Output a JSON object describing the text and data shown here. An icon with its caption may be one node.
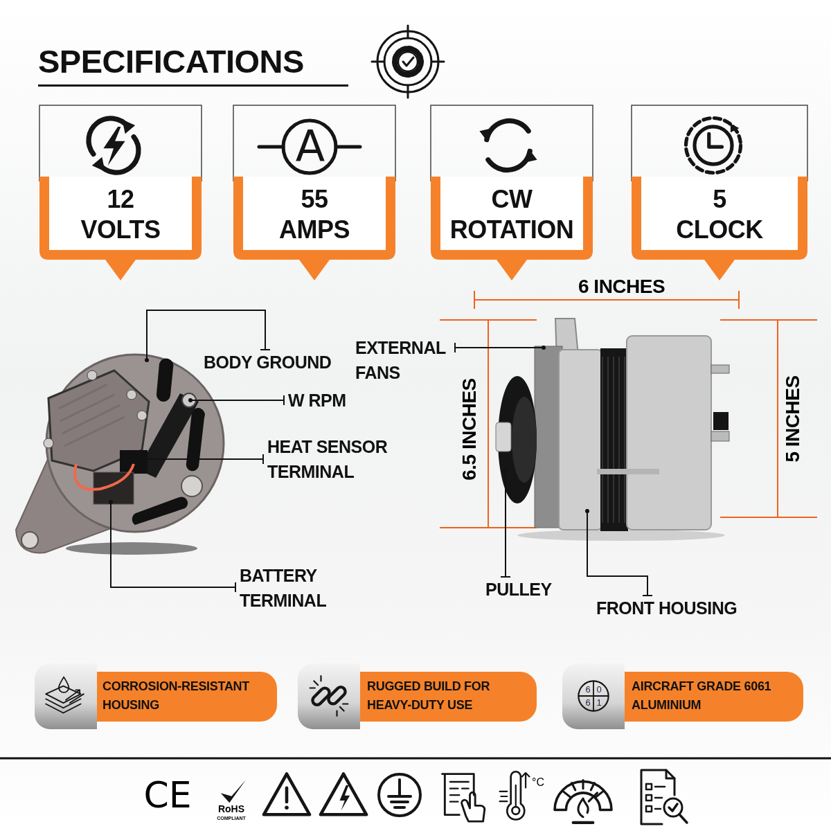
{
  "diagram": {
    "title": "SPECIFICATIONS",
    "nodes": [
      {
        "text": [
          "12 VOLTS"
        ]
      },
      {
        "text": [
          "55 AMPS"
        ]
      },
      {
        "text": [
          "CW ROTATION"
        ]
      },
      {
        "text": [
          "5 CLOCK"
        ]
      },
      {
        "text": [
          "BODY GROUND"
        ]
      },
      {
        "text": [
          "W RPM"
        ]
      },
      {
        "text": [
          "HEAT SENSOR TERMINAL"
        ]
      },
      {
        "text": [
          "BATTERY TERMINAL"
        ]
      },
      {
        "text": [
          "EXTERNAL FANS"
        ]
      },
      {
        "text": [
          "PULLEY"
        ]
      },
      {
        "text": [
          "FRONT HOUSING"
        ]
      },
      {
        "text": [],
        "shape": "picture"
      },
      {
        "text": [],
        "shape": "picture"
      },
      {
        "text": [
          "CORROSION-RESISTANT HOUSING"
        ]
      },
      {
        "text": [
          "RUGGED BUILD FOR HEAVY-DUTY USE"
        ]
      },
      {
        "text": [
          "AIRCRAFT GRADE 6061 ALUMINIUM"
        ]
      }
    ],
    "edges": [
      {
        "from": 4,
        "to": 11,
        "arrow": "other"
      },
      {
        "from": 5,
        "to": 11,
        "arrow": "other"
      },
      {
        "from": 6,
        "to": 11,
        "arrow": "other"
      },
      {
        "from": 7,
        "to": 11,
        "arrow": "other"
      },
      {
        "from": 8,
        "to": 12,
        "arrow": "other"
      },
      {
        "from": 9,
        "to": 12,
        "arrow": "other"
      },
      {
        "from": 10,
        "to": 12,
        "arrow": "other"
      }
    ],
    "labels": [
      "A",
      "6 INCHES",
      "6.5 INCHES",
      "5 INCHES",
      "6",
      "0",
      "6",
      "1",
      "CE",
      "RoHS",
      "COMPLIANT",
      "°C"
    ]
  }
}
